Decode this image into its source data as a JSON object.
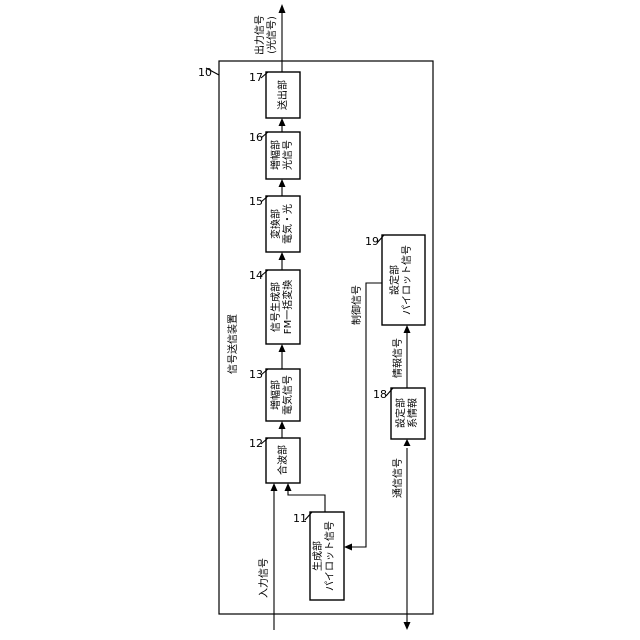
{
  "device": {
    "label": "信号送信装置",
    "ref": "10"
  },
  "blocks": [
    {
      "id": "b11",
      "ref": "11",
      "lines": [
        "パイロット信号",
        "生成部"
      ]
    },
    {
      "id": "b12",
      "ref": "12",
      "lines": [
        "合波部"
      ]
    },
    {
      "id": "b13",
      "ref": "13",
      "lines": [
        "電気信号",
        "増幅部"
      ]
    },
    {
      "id": "b14",
      "ref": "14",
      "lines": [
        "FM一括変換",
        "信号生成部"
      ]
    },
    {
      "id": "b15",
      "ref": "15",
      "lines": [
        "電気・光",
        "変換部"
      ]
    },
    {
      "id": "b16",
      "ref": "16",
      "lines": [
        "光信号",
        "増幅部"
      ]
    },
    {
      "id": "b17",
      "ref": "17",
      "lines": [
        "送出部"
      ]
    },
    {
      "id": "b18",
      "ref": "18",
      "lines": [
        "系情報",
        "設定部"
      ]
    },
    {
      "id": "b19",
      "ref": "19",
      "lines": [
        "パイロット信号",
        "設定部"
      ]
    }
  ],
  "signals": {
    "input": "入力信号",
    "output_lines": [
      "出力信号",
      "(光信号)"
    ],
    "control": "制御信号",
    "info": "情報信号",
    "comm": "通信信号"
  }
}
